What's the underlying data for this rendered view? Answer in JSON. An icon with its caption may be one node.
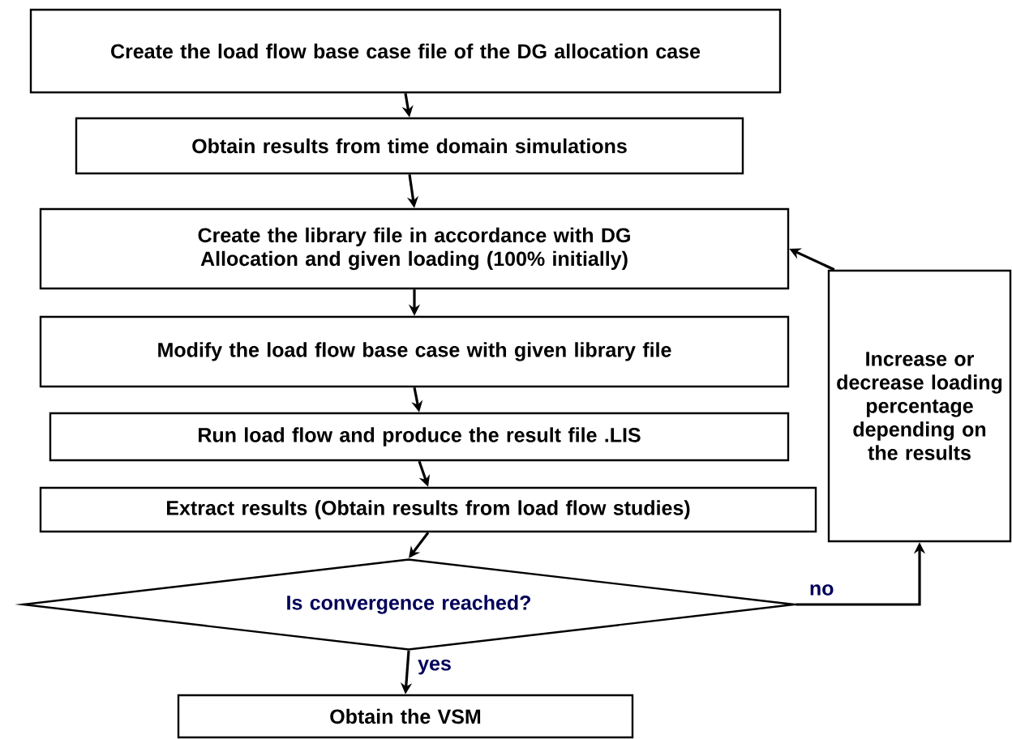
{
  "diagram": {
    "nodes": [
      {
        "text": [
          "Create the load flow base case file of the DG allocation case"
        ]
      },
      {
        "text": [
          "Obtain results from time domain simulations"
        ]
      },
      {
        "text": [
          "Create the library file in accordance with DG Allocation and given loading (100% initially)"
        ]
      },
      {
        "text": [
          "Modify the load flow base case with given library file"
        ]
      },
      {
        "text": [
          "Run load flow and produce the result file .LIS"
        ]
      },
      {
        "text": [
          "Extract results (Obtain results from load flow studies)"
        ]
      },
      {
        "text": [
          "Is convergence reached?"
        ]
      },
      {
        "text": [
          "Obtain the VSM"
        ]
      },
      {
        "text": [
          "Increase or decrease loading percentage depending on the results"
        ]
      }
    ],
    "edges": [
      {
        "from": 0,
        "to": 1,
        "arrow": "to"
      },
      {
        "from": 1,
        "to": 2,
        "arrow": "to"
      },
      {
        "from": 2,
        "to": 3,
        "arrow": "to"
      },
      {
        "from": 3,
        "to": 4,
        "arrow": "to"
      },
      {
        "from": 4,
        "to": 5,
        "arrow": "to"
      },
      {
        "from": 5,
        "to": 6,
        "arrow": "to"
      },
      {
        "from": 6,
        "to": 7,
        "arrow": "to",
        "label": "yes"
      },
      {
        "from": 6,
        "to": 8,
        "arrow": "to",
        "label": "no"
      },
      {
        "from": 8,
        "to": 2,
        "arrow": "to"
      }
    ]
  }
}
